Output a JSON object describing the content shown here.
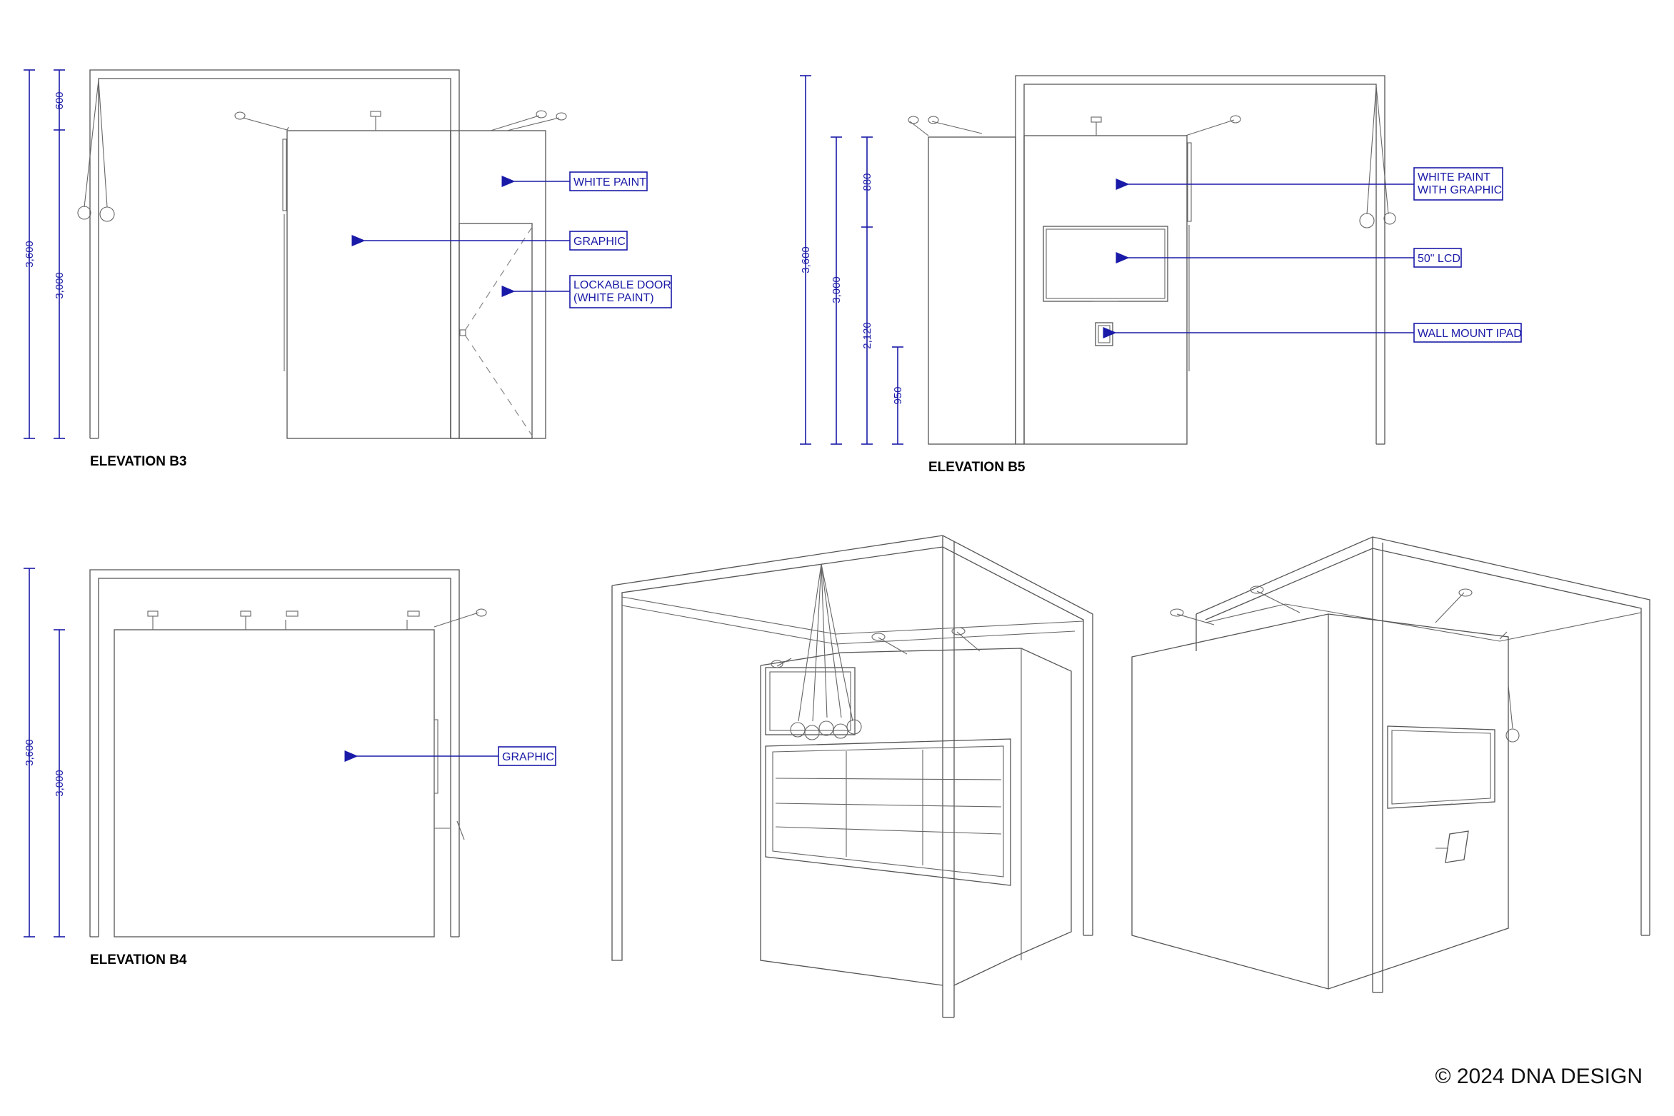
{
  "elevations": {
    "b3": {
      "title": "ELEVATION B3",
      "dims": [
        "3,600",
        "600",
        "3,000"
      ],
      "callouts": [
        "WHITE PAINT",
        "GRAPHIC",
        "LOCKABLE DOOR",
        "(WHITE PAINT)"
      ]
    },
    "b5": {
      "title": "ELEVATION B5",
      "dims": [
        "3,600",
        "3,000",
        "880",
        "2,120",
        "950"
      ],
      "callouts": [
        "WHITE PAINT",
        "WITH GRAPHIC",
        "50\" LCD",
        "WALL MOUNT IPAD"
      ]
    },
    "b4": {
      "title": "ELEVATION B4",
      "dims": [
        "3,600",
        "3,000"
      ],
      "callouts": [
        "GRAPHIC"
      ]
    }
  },
  "copyright": "© 2024 DNA DESIGN",
  "colors": {
    "annotation": "#1a1aa8",
    "linework": "#555555"
  }
}
